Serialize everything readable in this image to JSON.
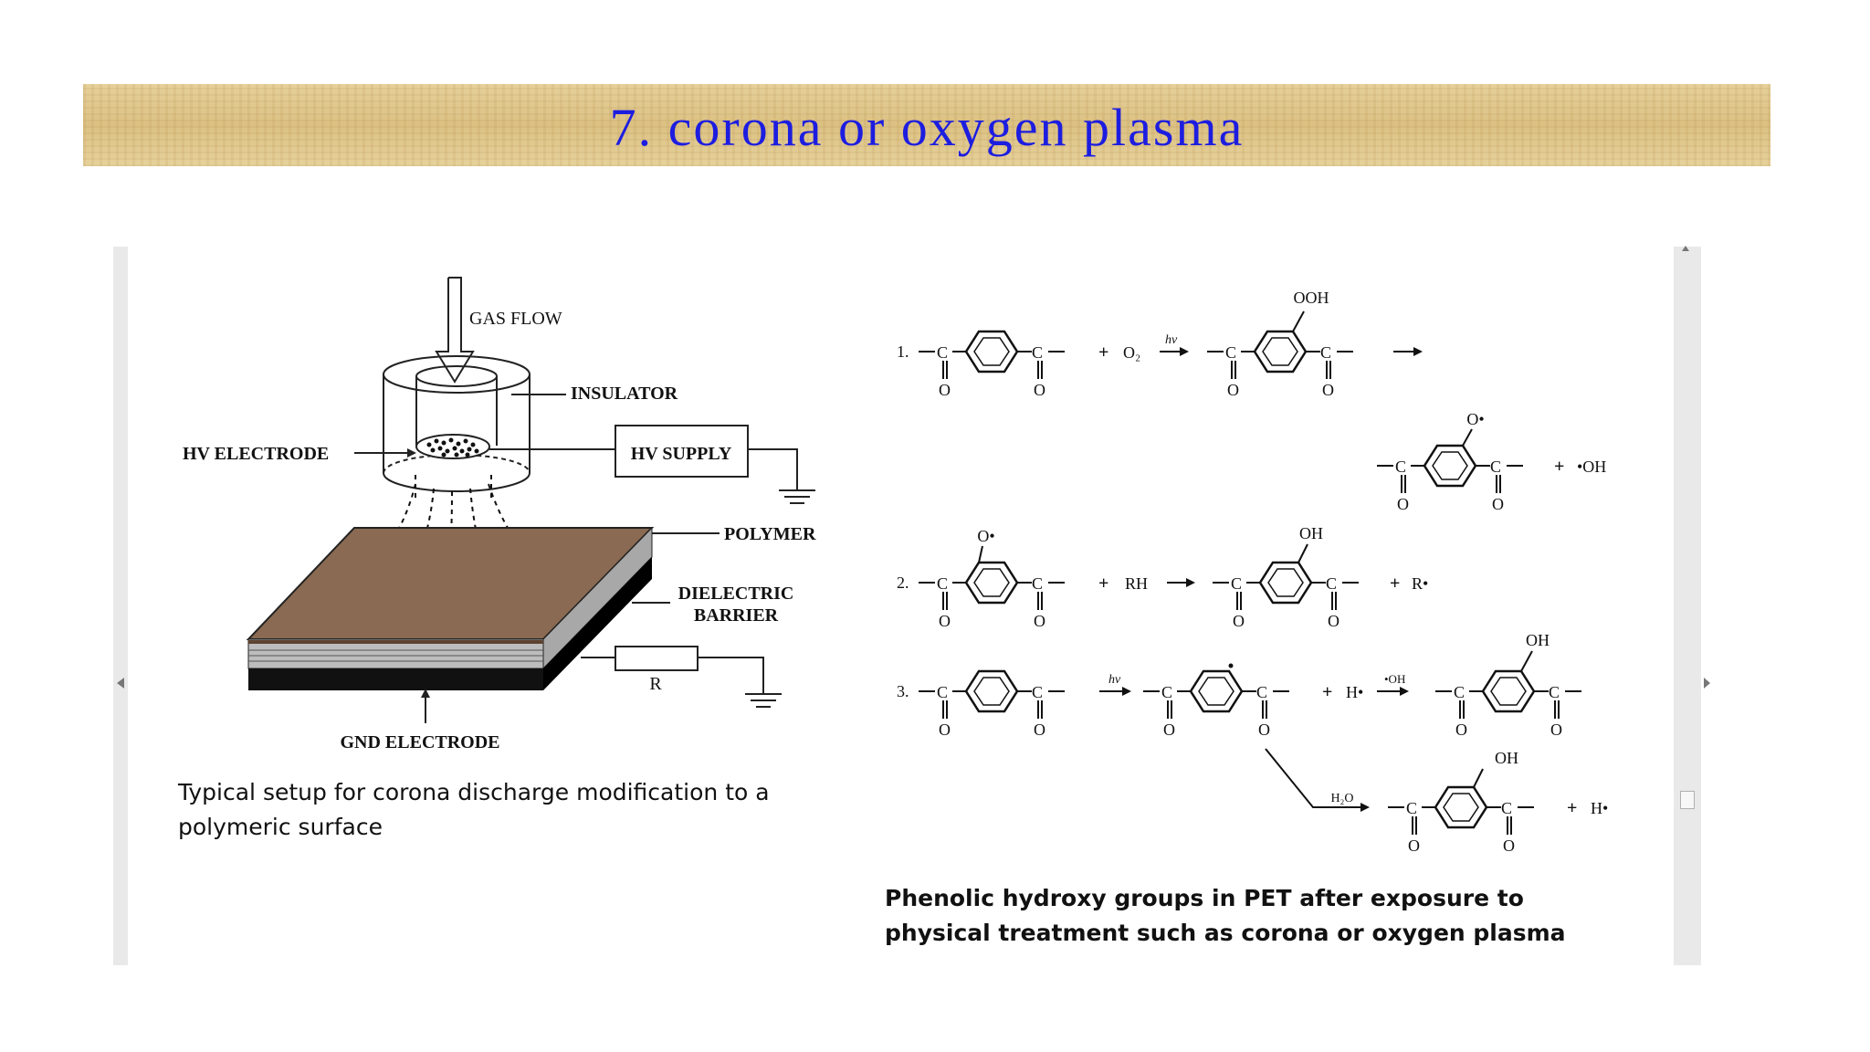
{
  "slide": {
    "title": "7. corona or oxygen plasma"
  },
  "setup_diagram": {
    "labels": {
      "gas_flow": "GAS FLOW",
      "insulator": "INSULATOR",
      "hv_electrode": "HV ELECTRODE",
      "hv_supply": "HV SUPPLY",
      "polymer": "POLYMER",
      "dielectric_line1": "DIELECTRIC",
      "dielectric_line2": "BARRIER",
      "resistor": "R",
      "gnd_electrode": "GND ELECTRODE"
    },
    "caption": "Typical setup for corona discharge modification to a polymeric surface",
    "colors": {
      "polymer_top": "#8a6a52",
      "polymer_edge": "#5e4331"
    }
  },
  "reaction_scheme": {
    "steps": {
      "s1": "1.",
      "s2": "2.",
      "s3": "3."
    },
    "atoms": {
      "C": "C",
      "O": "O",
      "OOH": "OOH",
      "Orad": "O•",
      "OH": "OH",
      "plus": "+",
      "O2": "O₂",
      "hv": "hν",
      "RH": "RH",
      "Rrad": "R•",
      "OHrad": "•OH",
      "Hrad": "H•",
      "H2O": "H₂O"
    },
    "caption": "Phenolic hydroxy groups in PET after exposure to physical treatment such as corona or oxygen plasma"
  }
}
